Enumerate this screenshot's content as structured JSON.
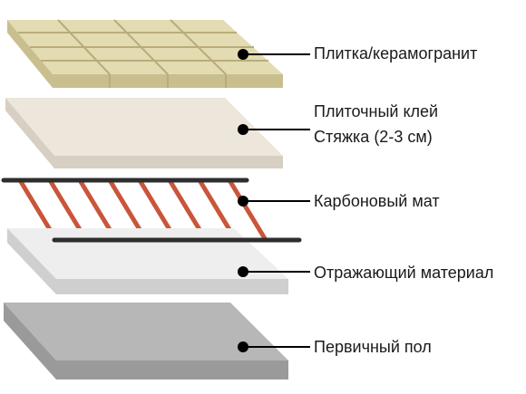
{
  "layers": {
    "tile": {
      "label": "Плитка/керамогранит",
      "color_top": "#e3dbb2",
      "color_side": "#c9bf8e",
      "grout": "#b8ad7a"
    },
    "adhesive": {
      "label_line1": "Плиточный клей",
      "label_line2": "Стяжка (2-3 см)",
      "color_top": "#ece6db",
      "color_side": "#d6cfc2"
    },
    "carbon_mat": {
      "label": "Карбоновый мат",
      "rod_color": "#2e2e2e",
      "strip_color": "#c9553a"
    },
    "reflective": {
      "label": "Отражающий материал",
      "color_top": "#eeeeee",
      "color_side": "#cfcfcf"
    },
    "subfloor": {
      "label": "Первичный пол",
      "color_top": "#b7b7b7",
      "color_side": "#9a9a9a"
    }
  },
  "leader_color": "#000000"
}
